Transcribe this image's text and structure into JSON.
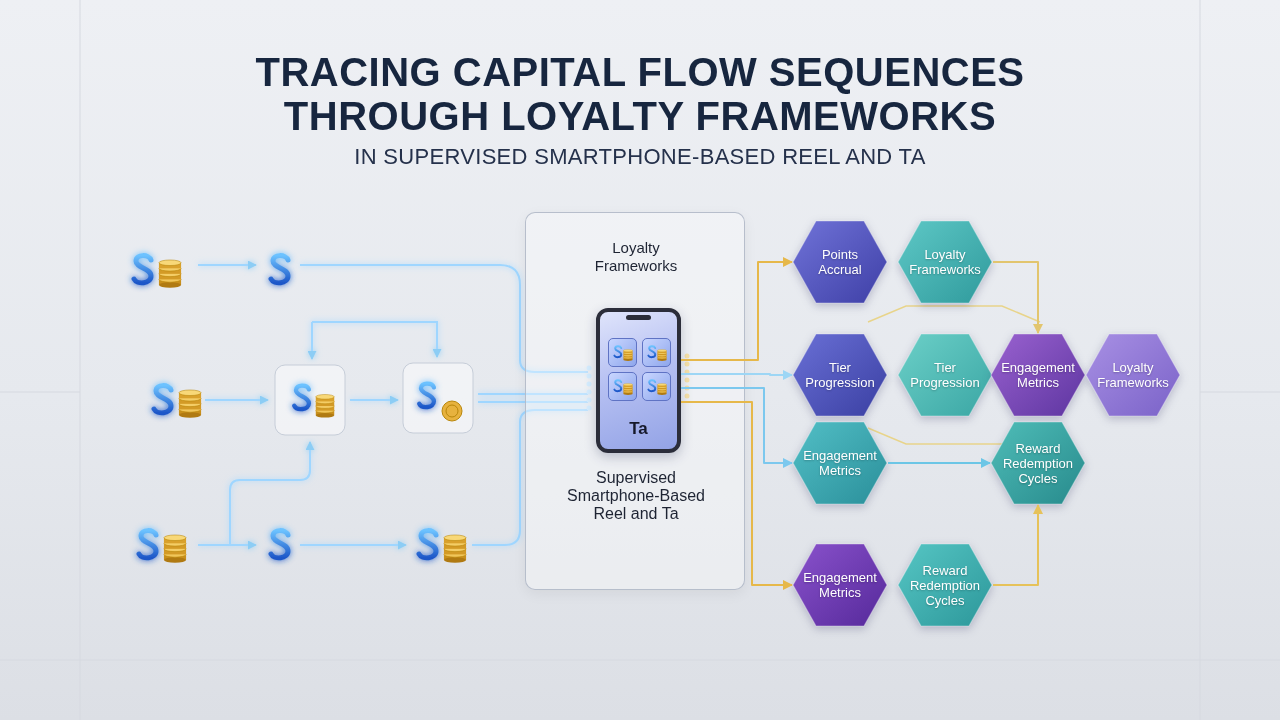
{
  "diagram": {
    "title": "TRACING CAPITAL FLOW SEQUENCES THROUGH LOYALTY FRAMEWORKS",
    "caption": "IN SUPERVISED SMARTPHONE-BASED REEL AND TA",
    "nodes": [
      {
        "text": [
          "Loyalty Frameworks",
          "Supervised Smartphone-Based Reel and Ta"
        ]
      },
      {
        "text": [
          "Ta"
        ],
        "in": 0
      },
      {
        "text": [
          "Points Accrual"
        ]
      },
      {
        "text": [
          "Loyalty Frameworks"
        ]
      },
      {
        "text": [
          "Tier Progression"
        ]
      },
      {
        "text": [
          "Tier Progression"
        ]
      },
      {
        "text": [
          "Engagement Metrics"
        ]
      },
      {
        "text": [
          "Loyalty Frameworks"
        ]
      },
      {
        "text": [
          "Engagement Metrics"
        ]
      },
      {
        "text": [
          "Reward Redemption Cycles"
        ]
      },
      {
        "text": [
          "Engagement Metrics"
        ]
      },
      {
        "text": [
          "Reward Redemption Cycles"
        ]
      }
    ],
    "edges": [
      {
        "from": 1,
        "to": 2,
        "arrow": "to"
      },
      {
        "from": 1,
        "to": 4,
        "arrow": "to"
      },
      {
        "from": 1,
        "to": 8,
        "arrow": "to"
      },
      {
        "from": 1,
        "to": 10,
        "arrow": "to"
      },
      {
        "from": 3,
        "to": 6,
        "arrow": "to"
      },
      {
        "from": 8,
        "to": 9,
        "arrow": "to"
      },
      {
        "from": 11,
        "to": 9,
        "arrow": "to"
      }
    ]
  }
}
